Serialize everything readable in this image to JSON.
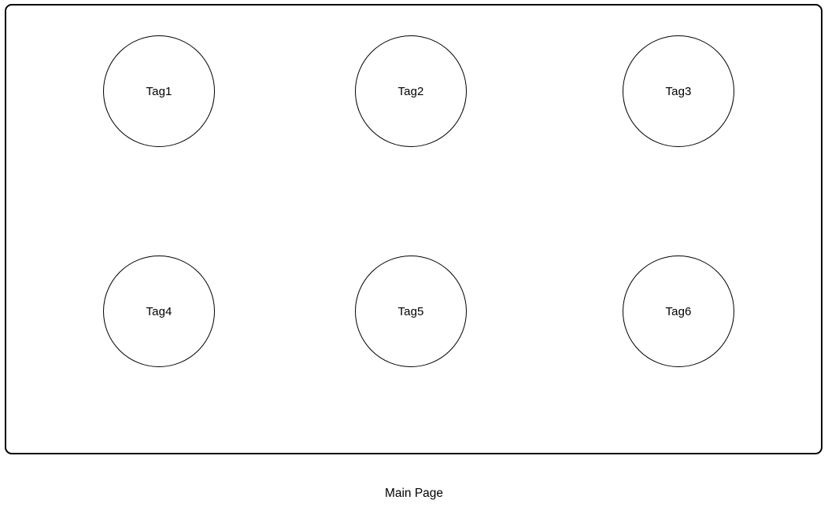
{
  "page": {
    "caption": "Main Page",
    "background_color": "#ffffff",
    "stroke_color": "#000000"
  },
  "frame": {
    "border_color": "#000000",
    "fill_color": "#ffffff"
  },
  "nodes": [
    {
      "id": "tag1",
      "label": "Tag1",
      "row": 1,
      "column": 1
    },
    {
      "id": "tag2",
      "label": "Tag2",
      "row": 1,
      "column": 2
    },
    {
      "id": "tag3",
      "label": "Tag3",
      "row": 1,
      "column": 3
    },
    {
      "id": "tag4",
      "label": "Tag4",
      "row": 2,
      "column": 1
    },
    {
      "id": "tag5",
      "label": "Tag5",
      "row": 2,
      "column": 2
    },
    {
      "id": "tag6",
      "label": "Tag6",
      "row": 2,
      "column": 3
    }
  ]
}
